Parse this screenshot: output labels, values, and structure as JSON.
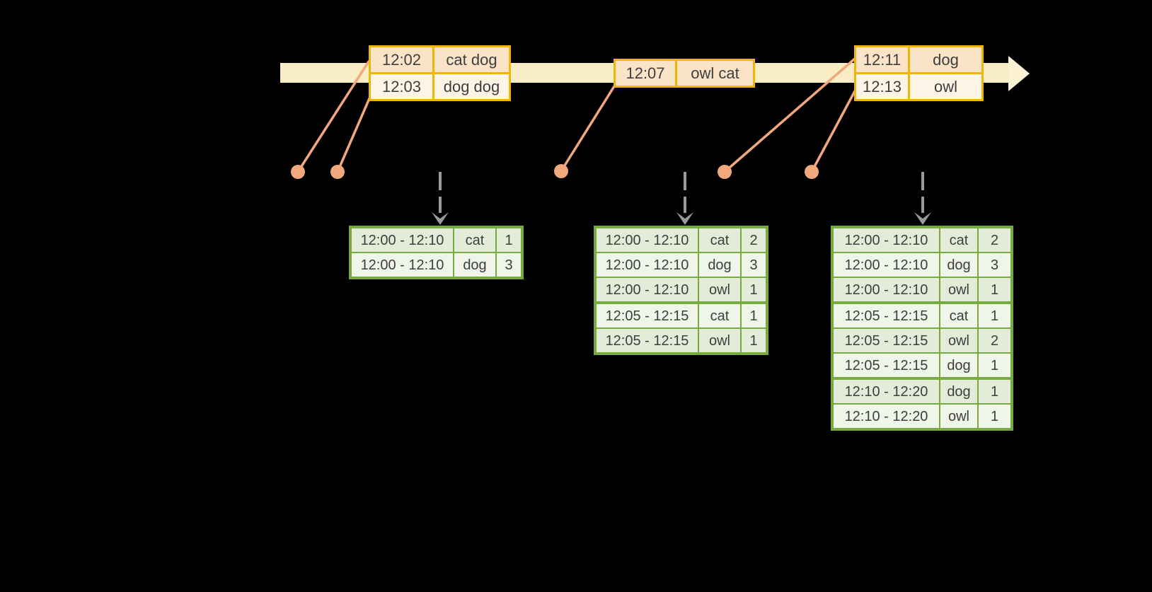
{
  "colors": {
    "background": "#000000",
    "timeline_band": "#F9EDC5",
    "timeline_head": "#FBF1D3",
    "event_border": "#F0B607",
    "event_row_dark": "#FAE3C7",
    "event_row_light": "#FDF4E5",
    "connector": "#F0A87C",
    "trigger_arrow": "#9B9B9B",
    "result_border": "#77AB40",
    "result_row_dark": "#E3ECD9",
    "result_row_light": "#F0F5EA",
    "text": "#3E3E3E"
  },
  "event_tables": [
    {
      "rows": [
        {
          "time": "12:02",
          "words": "cat dog"
        },
        {
          "time": "12:03",
          "words": "dog dog"
        }
      ]
    },
    {
      "rows": [
        {
          "time": "12:07",
          "words": "owl cat"
        }
      ]
    },
    {
      "rows": [
        {
          "time": "12:11",
          "words": "dog"
        },
        {
          "time": "12:13",
          "words": "owl"
        }
      ]
    }
  ],
  "result_tables": [
    {
      "rows": [
        {
          "window": "12:00 - 12:10",
          "word": "cat",
          "count": "1"
        },
        {
          "window": "12:00 - 12:10",
          "word": "dog",
          "count": "3"
        }
      ]
    },
    {
      "rows": [
        {
          "window": "12:00 - 12:10",
          "word": "cat",
          "count": "2"
        },
        {
          "window": "12:00 - 12:10",
          "word": "dog",
          "count": "3"
        },
        {
          "window": "12:00 - 12:10",
          "word": "owl",
          "count": "1"
        },
        {
          "window": "12:05 - 12:15",
          "word": "cat",
          "count": "1"
        },
        {
          "window": "12:05 - 12:15",
          "word": "owl",
          "count": "1"
        }
      ]
    },
    {
      "rows": [
        {
          "window": "12:00 - 12:10",
          "word": "cat",
          "count": "2"
        },
        {
          "window": "12:00 - 12:10",
          "word": "dog",
          "count": "3"
        },
        {
          "window": "12:00 - 12:10",
          "word": "owl",
          "count": "1"
        },
        {
          "window": "12:05 - 12:15",
          "word": "cat",
          "count": "1"
        },
        {
          "window": "12:05 - 12:15",
          "word": "owl",
          "count": "2"
        },
        {
          "window": "12:05 - 12:15",
          "word": "dog",
          "count": "1"
        },
        {
          "window": "12:10 - 12:20",
          "word": "dog",
          "count": "1"
        },
        {
          "window": "12:10 - 12:20",
          "word": "owl",
          "count": "1"
        }
      ]
    }
  ]
}
